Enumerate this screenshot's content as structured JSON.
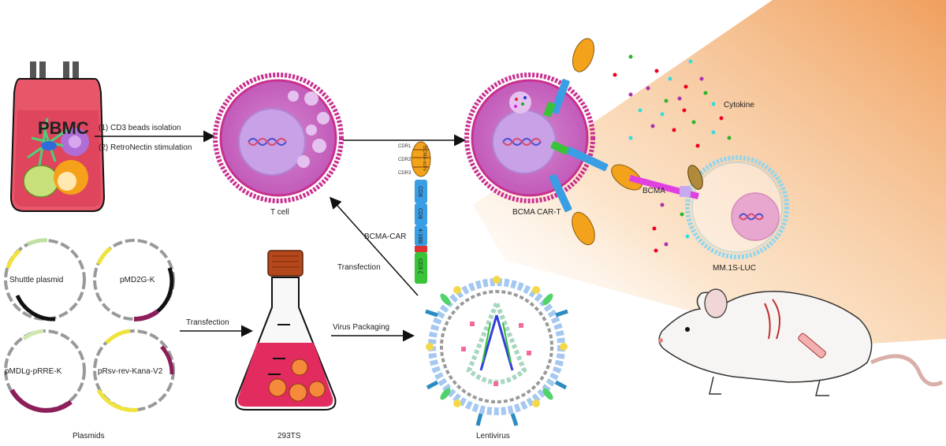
{
  "labels": {
    "pbmc": "PBMC",
    "step1": "(1) CD3 beads isolation",
    "step2": "(2) RetroNectin stimulation",
    "tcell": "T cell",
    "carT": "BCMA CAR-T",
    "cytokine": "Cytokine",
    "bcma": "BCMA",
    "mm1s": "MM.1S-LUC",
    "bcmaCar": "BCMA-CAR",
    "transfectionUpper": "Transfection",
    "transfectionLower": "Transfection",
    "virusPackaging": "Virus Packaging",
    "plasmids": "Plasmids",
    "flask": "293TS",
    "lentivirus": "Lentivirus",
    "plasmid1": "Shuttle plasmid",
    "plasmid2": "pMD2G-K",
    "plasmid3": "pMDLg-pRRE-K",
    "plasmid4": "pRsv-rev-Kana-V2"
  },
  "car_construct": {
    "cdrs": [
      "CDR1",
      "CDR2",
      "CDR3"
    ],
    "scfv": "BCMA-scFv",
    "domains": [
      "CD8",
      "CD8",
      "4-1BB",
      "CD3 ζ"
    ]
  },
  "colors": {
    "cellMembrane": "#c8308f",
    "cellBody": "#d87ccd",
    "nucleus": "#c9a1e6",
    "pbmcBag": "#e8566a",
    "flaskLiquid": "#e22b5f",
    "flaskCap": "#b5471c",
    "tumorMembrane": "#8fd6f0",
    "spotlight": "#f3a868"
  }
}
